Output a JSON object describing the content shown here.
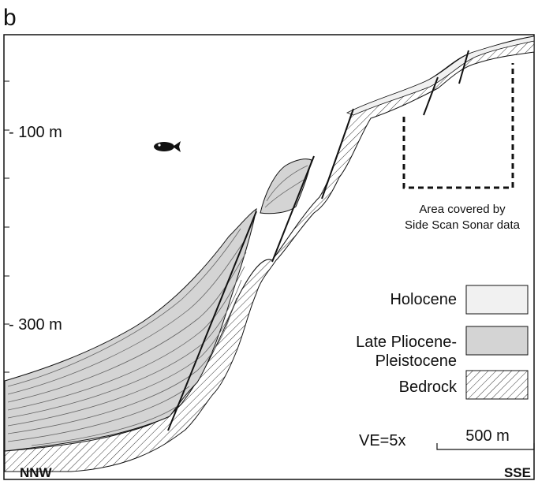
{
  "panel_label": "b",
  "depth_labels": {
    "d100": "- 100 m",
    "d300": "- 300 m"
  },
  "sonar_area_label": {
    "line1": "Area covered by",
    "line2": "Side Scan Sonar data"
  },
  "legend": [
    {
      "label": "Holocene",
      "pattern": "light-fill"
    },
    {
      "label": "Late Pliocene-",
      "label2": "Pleistocene",
      "pattern": "grey-fill"
    },
    {
      "label": "Bedrock",
      "pattern": "hatched"
    }
  ],
  "vertical_exaggeration": "VE=5x",
  "scale_bar": "500 m",
  "directions": {
    "left": "NNW",
    "right": "SSE"
  },
  "colors": {
    "holocene": "#f1f1f1",
    "pleistocene": "#d4d4d4",
    "line": "#111111"
  }
}
